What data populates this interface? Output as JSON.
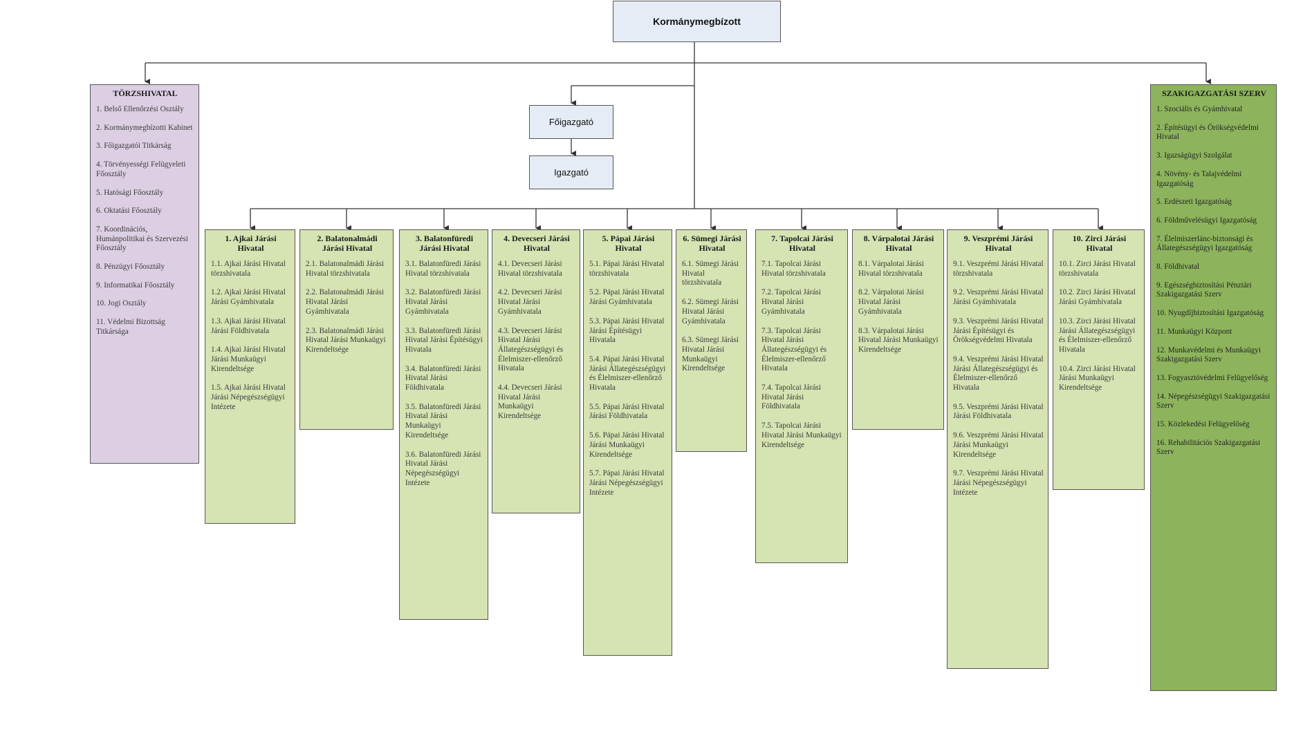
{
  "top": {
    "kormanymegbizott": "Kormánymegbízott",
    "foigazgato": "Főigazgató",
    "igazgato": "Igazgató"
  },
  "torzshivatal": {
    "title": "TÖRZSHIVATAL",
    "items": [
      "1. Belső Ellenőrzési Osztály",
      "2. Kormánymegbízotti Kabinet",
      "3. Főigazgatói Titkárság",
      "4. Törvényességi Felügyeleti Főosztály",
      "5. Hatósági Főosztály",
      "6. Oktatási Főosztály",
      "7. Koordinációs, Humánpolitikai és Szervezési Főosztály",
      "8. Pénzügyi Főosztály",
      "9. Informatikai Főosztály",
      "10. Jogi Osztály",
      "11. Védelmi Bizottság Titkársága"
    ]
  },
  "szakigazgatasi": {
    "title": "SZAKIGAZGATÁSI SZERV",
    "items": [
      "1. Szociális és Gyámhivatal",
      "2. Építésügyi és Örökségvédelmi Hivatal",
      "3. Igazságügyi Szolgálat",
      "4. Növény- és Talajvédelmi Igazgatóság",
      "5. Erdészeti Igazgatóság",
      "6. Földművelésügyi Igazgatóság",
      "7. Élelmiszerlánc-biztonsági és Állategészségügyi Igazgatóság",
      "8. Földhivatal",
      "9. Egészségbiztosítási Pénztári Szakigazgatási Szerv",
      "10. Nyugdíjbiztosítási Igazgatóság",
      "11. Munkaügyi Központ",
      "12. Munkavédelmi és Munkaügyi Szakigazgatási Szerv",
      "13. Fogyasztóvédelmi Felügyelőség",
      "14. Népegészségügyi Szakigazgatási Szerv",
      "15. Közlekedési Felügyelőség",
      "16. Rehabilitációs Szakigazgatási Szerv"
    ]
  },
  "jarasok": [
    {
      "title": "1. Ajkai Járási Hivatal",
      "items": [
        "1.1. Ajkai Járási Hivatal törzshivatala",
        "1.2. Ajkai Járási Hivatal Járási Gyámhivatala",
        "1.3. Ajkai Járási Hivatal Járási Földhivatala",
        "1.4. Ajkai Járási Hivatal Járási Munkaügyi Kirendeltsége",
        "1.5. Ajkai Járási Hivatal Járási Népegészségügyi Intézete"
      ]
    },
    {
      "title": "2. Balatonalmádi Járási Hivatal",
      "items": [
        "2.1. Balatonalmádi Járási Hivatal törzshivatala",
        "2.2. Balatonalmádi Járási Hivatal Járási Gyámhivatala",
        "2.3. Balatonalmádi Járási Hivatal Járási Munkaügyi Kirendeltsége"
      ]
    },
    {
      "title": "3. Balatonfüredi Járási Hivatal",
      "items": [
        "3.1. Balatonfüredi Járási Hivatal törzshivatala",
        "3.2. Balatonfüredi Járási Hivatal Járási Gyámhivatala",
        "3.3. Balatonfüredi Járási Hivatal Járási Építésügyi Hivatala",
        "3.4. Balatonfüredi Járási Hivatal Járási Földhivatala",
        "3.5. Balatonfüredi Járási Hivatal Járási Munkaügyi Kirendeltsége",
        "3.6. Balatonfüredi Járási Hivatal Járási Népegészségügyi Intézete"
      ]
    },
    {
      "title": "4. Devecseri Járási Hivatal",
      "items": [
        "4.1. Devecseri Járási Hivatal törzshivatala",
        "4.2. Devecseri Járási Hivatal Járási Gyámhivatala",
        "4.3. Devecseri Járási Hivatal Járási Állategészségügyi és Élelmiszer-ellenőrző Hivatala",
        "4.4. Devecseri Járási Hivatal Járási Munkaügyi Kirendeltsége"
      ]
    },
    {
      "title": "5. Pápai Járási Hivatal",
      "items": [
        "5.1. Pápai Járási Hivatal törzshivatala",
        "5.2. Pápai Járási Hivatal Járási Gyámhivatala",
        "5.3. Pápai Járási Hivatal Járási Építésügyi Hivatala",
        "5.4. Pápai Járási Hivatal Járási Állategészségügyi és Élelmiszer-ellenőrző Hivatala",
        "5.5. Pápai Járási Hivatal Járási Földhivatala",
        "5.6. Pápai Járási Hivatal Járási Munkaügyi Kirendeltsége",
        "5.7. Pápai Járási Hivatal Járási Népegészségügyi Intézete"
      ]
    },
    {
      "title": "6. Sümegi Járási Hivatal",
      "items": [
        "6.1. Sümegi Járási Hivatal törzshivatala",
        "6.2. Sümegi Járási Hivatal Járási Gyámhivatala",
        "6.3. Sümegi Járási Hivatal Járási Munkaügyi Kirendeltsége"
      ]
    },
    {
      "title": "7. Tapolcai Járási Hivatal",
      "items": [
        "7.1. Tapolcai Járási Hivatal törzshivatala",
        "7.2. Tapolcai Járási Hivatal Járási Gyámhivatala",
        "7.3. Tapolcai Járási Hivatal Járási Állategészségügyi és Élelmiszer-ellenőrző Hivatala",
        "7.4. Tapolcai Járási Hivatal Járási Földhivatala",
        "7.5. Tapolcai Járási Hivatal Járási Munkaügyi Kirendeltsége"
      ]
    },
    {
      "title": "8. Várpalotai Járási Hivatal",
      "items": [
        "8.1. Várpalotai Járási Hivatal törzshivatala",
        "8.2. Várpalotai Járási Hivatal Járási Gyámhivatala",
        "8.3. Várpalotai Járási Hivatal Járási Munkaügyi Kirendeltsége"
      ]
    },
    {
      "title": "9. Veszprémi Járási Hivatal",
      "items": [
        "9.1. Veszprémi Járási Hivatal törzshivatala",
        "9.2. Veszprémi Járási Hivatal Járási Gyámhivatala",
        "9.3. Veszprémi Járási Hivatal Járási Építésügyi és Örökségvédelmi Hivatala",
        "9.4. Veszprémi Járási Hivatal Járási Állategészségügyi és Élelmiszer-ellenőrző Hivatala",
        "9.5. Veszprémi Járási Hivatal Járási Földhivatala",
        "9.6. Veszprémi Járási Hivatal Járási Munkaügyi Kirendeltsége",
        "9.7. Veszprémi Járási Hivatal Járási Népegészségügyi Intézete"
      ]
    },
    {
      "title": "10. Zirci Járási Hivatal",
      "items": [
        "10.1. Zirci Járási Hivatal törzshivatala",
        "10.2. Zirci Járási Hivatal Járási Gyámhivatala",
        "10.3. Zirci Járási Hivatal Járási Állategészségügyi és Élelmiszer-ellenőrző Hivatala",
        "10.4. Zirci Járási Hivatal Járási Munkaügyi Kirendeltsége"
      ]
    }
  ]
}
